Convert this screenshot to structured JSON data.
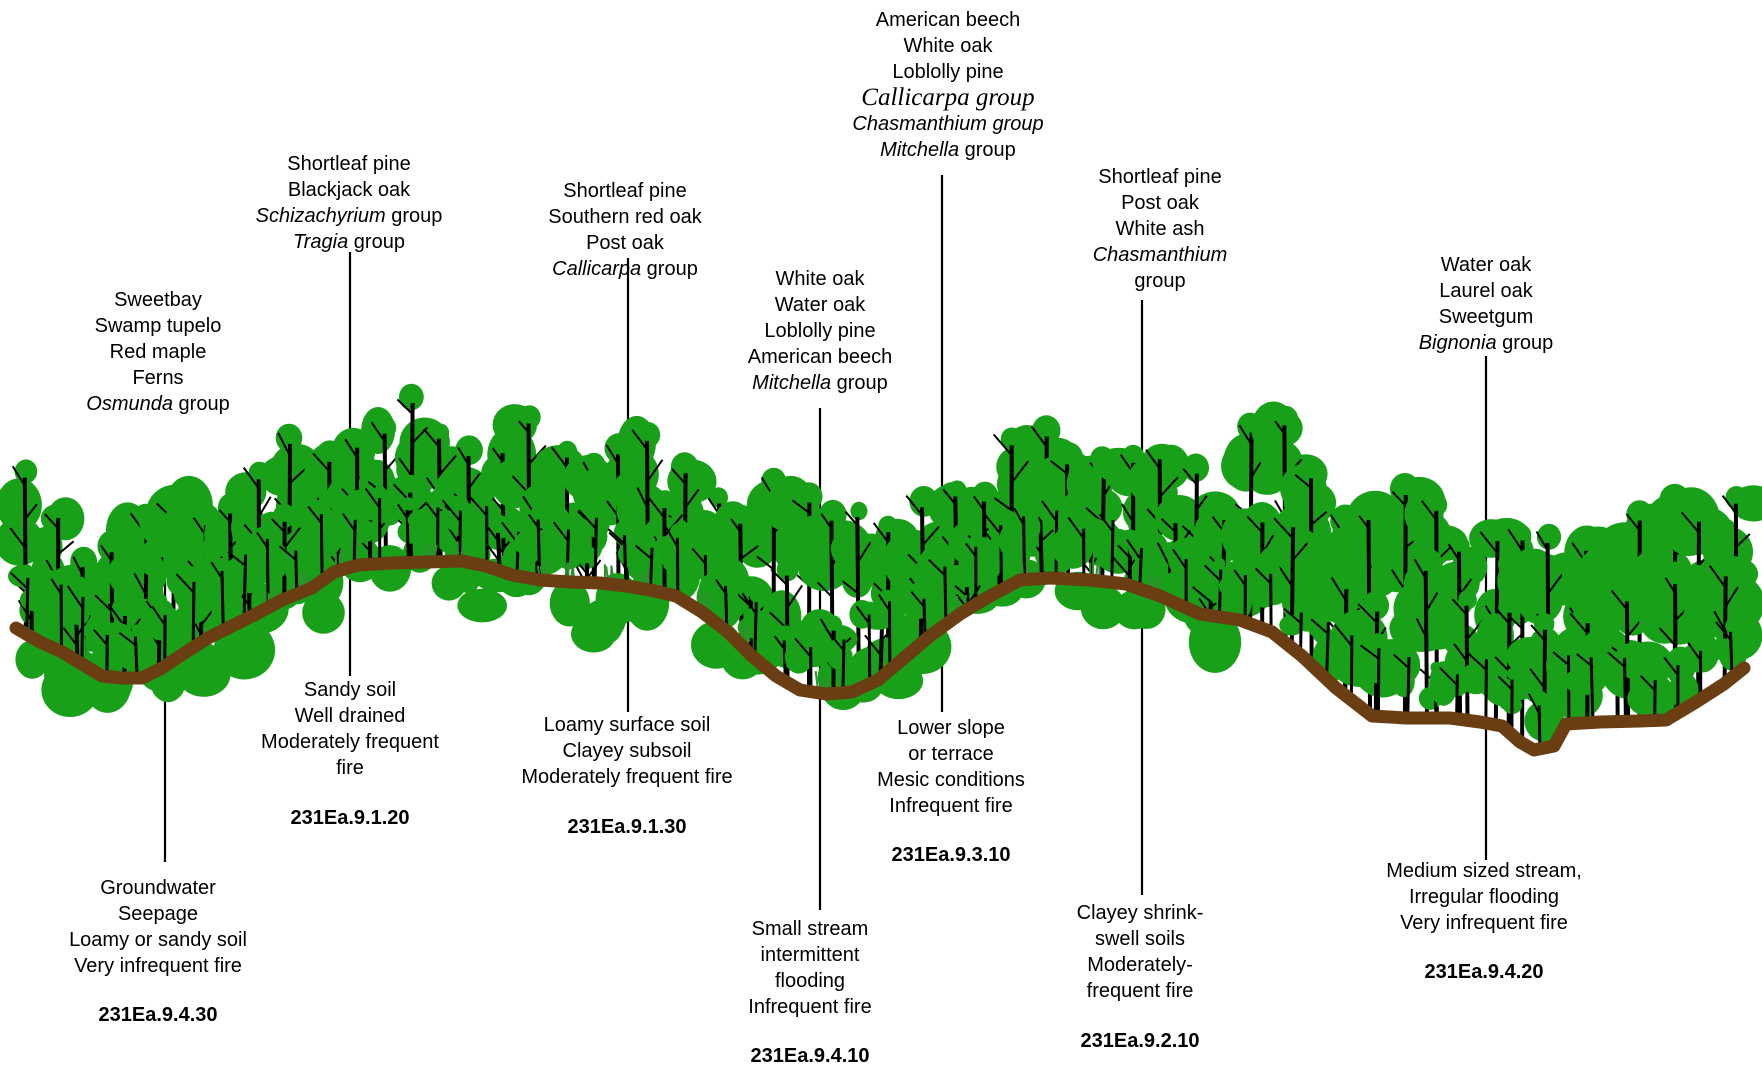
{
  "colors": {
    "soil": "#6b3d12",
    "foliage": "#18a018",
    "trunk": "#000000",
    "grass": "#2f8f2f",
    "leader": "#000000"
  },
  "units": [
    {
      "code": "231Ea.9.4.30",
      "species": [
        {
          "parts": [
            {
              "t": "Sweetbay"
            }
          ]
        },
        {
          "parts": [
            {
              "t": "Swamp tupelo"
            }
          ]
        },
        {
          "parts": [
            {
              "t": "Red maple"
            }
          ]
        },
        {
          "parts": [
            {
              "t": "Ferns"
            }
          ]
        },
        {
          "parts": [
            {
              "t": "Osmunda",
              "i": true
            },
            {
              "t": " group"
            }
          ]
        }
      ],
      "site": [
        "Groundwater",
        "Seepage",
        "Loamy or sandy soil",
        "Very infrequent fire"
      ]
    },
    {
      "code": "231Ea.9.1.20",
      "species": [
        {
          "parts": [
            {
              "t": "Shortleaf pine"
            }
          ]
        },
        {
          "parts": [
            {
              "t": "Blackjack oak"
            }
          ]
        },
        {
          "parts": [
            {
              "t": "Schizachyrium",
              "i": true
            },
            {
              "t": " group"
            }
          ]
        },
        {
          "parts": [
            {
              "t": "Tragia",
              "i": true
            },
            {
              "t": " group"
            }
          ]
        }
      ],
      "site": [
        "Sandy soil",
        "Well drained",
        "Moderately frequent",
        "fire"
      ]
    },
    {
      "code": "231Ea.9.1.30",
      "species": [
        {
          "parts": [
            {
              "t": "Shortleaf pine"
            }
          ]
        },
        {
          "parts": [
            {
              "t": "Southern red oak"
            }
          ]
        },
        {
          "parts": [
            {
              "t": "Post oak"
            }
          ]
        },
        {
          "parts": [
            {
              "t": "Callicarpa",
              "i": true
            },
            {
              "t": " group"
            }
          ]
        }
      ],
      "site": [
        "Loamy surface soil",
        "Clayey subsoil",
        "Moderately frequent fire"
      ]
    },
    {
      "code": "231Ea.9.4.10",
      "species": [
        {
          "parts": [
            {
              "t": "White oak"
            }
          ]
        },
        {
          "parts": [
            {
              "t": "Water oak"
            }
          ]
        },
        {
          "parts": [
            {
              "t": "Loblolly pine"
            }
          ]
        },
        {
          "parts": [
            {
              "t": "American beech"
            }
          ]
        },
        {
          "parts": [
            {
              "t": "Mitchella",
              "i": true
            },
            {
              "t": " group"
            }
          ]
        }
      ],
      "site": [
        "Small stream",
        "intermittent",
        "flooding",
        "Infrequent fire"
      ]
    },
    {
      "code": "231Ea.9.3.10",
      "species": [
        {
          "parts": [
            {
              "t": "American beech"
            }
          ]
        },
        {
          "parts": [
            {
              "t": "White oak"
            }
          ]
        },
        {
          "parts": [
            {
              "t": "Loblolly pine"
            }
          ]
        },
        {
          "serif": true,
          "parts": [
            {
              "t": "Callicarpa group",
              "i": true
            }
          ]
        },
        {
          "parts": [
            {
              "t": "Chasmanthium group",
              "i": true
            }
          ]
        },
        {
          "parts": [
            {
              "t": "Mitchella",
              "i": true
            },
            {
              "t": " group"
            }
          ]
        }
      ],
      "site": [
        "Lower slope",
        "or terrace",
        "Mesic conditions",
        "Infrequent fire"
      ]
    },
    {
      "code": "231Ea.9.2.10",
      "species": [
        {
          "parts": [
            {
              "t": "Shortleaf pine"
            }
          ]
        },
        {
          "parts": [
            {
              "t": "Post oak"
            }
          ]
        },
        {
          "parts": [
            {
              "t": "White ash"
            }
          ]
        },
        {
          "parts": [
            {
              "t": "Chasmanthium",
              "i": true
            }
          ]
        },
        {
          "parts": [
            {
              "t": "group"
            }
          ]
        }
      ],
      "site": [
        "Clayey shrink-",
        "swell soils",
        "Moderately-",
        "frequent fire"
      ]
    },
    {
      "code": "231Ea.9.4.20",
      "species": [
        {
          "parts": [
            {
              "t": "Water oak"
            }
          ]
        },
        {
          "parts": [
            {
              "t": "Laurel oak"
            }
          ]
        },
        {
          "parts": [
            {
              "t": "Sweetgum"
            }
          ]
        },
        {
          "parts": [
            {
              "t": "Bignonia",
              "i": true
            },
            {
              "t": " group"
            }
          ]
        }
      ],
      "site": [
        "Medium sized stream,",
        "Irregular flooding",
        "Very infrequent fire"
      ]
    }
  ]
}
